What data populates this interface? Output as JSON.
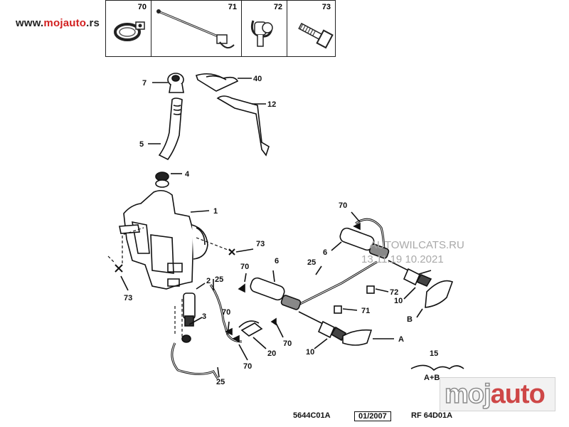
{
  "site": {
    "url_prefix": "www.",
    "url_accent": "mojauto",
    "url_suffix": ".rs"
  },
  "legend_parts": [
    {
      "number": "70",
      "icon": "hose-clamp-icon"
    },
    {
      "number": "71",
      "icon": "cable-tie-icon"
    },
    {
      "number": "72",
      "icon": "hose-clip-icon"
    },
    {
      "number": "73",
      "icon": "bolt-icon"
    }
  ],
  "callouts": {
    "c7": "7",
    "c40": "40",
    "c12": "12",
    "c5": "5",
    "c4": "4",
    "c1": "1",
    "c73a": "73",
    "c73b": "73",
    "c70a": "70",
    "c6a": "6",
    "c6b": "6",
    "c70b": "70",
    "c2": "2",
    "c25a": "25",
    "c25b": "25",
    "c25c": "25",
    "c3": "3",
    "c70c": "70",
    "c70d": "70",
    "c20": "20",
    "c70e": "70",
    "c72": "72",
    "c71": "71",
    "c10a": "10",
    "c10b": "10",
    "cA": "A",
    "cB": "B",
    "c15": "15",
    "cAB": "A+B"
  },
  "watermark": {
    "line1": "AUTOWILCATS.RU",
    "line2": "13.11.19 10.2021"
  },
  "footer": {
    "ref_left": "5644C01A",
    "date": "01/2007",
    "ref_right": "RF 64D01A"
  },
  "logo": {
    "word1": "moj",
    "word2": "auto"
  }
}
